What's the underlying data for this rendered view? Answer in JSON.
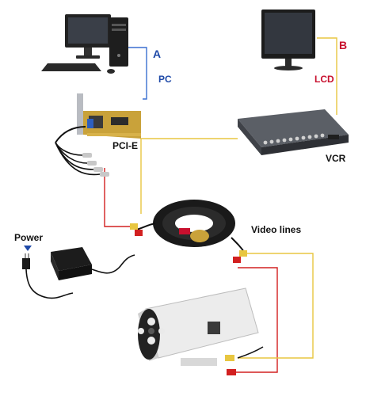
{
  "labels": {
    "a": "A",
    "b": "B",
    "pc": "PC",
    "lcd": "LCD",
    "pcie": "PCI-E",
    "vcr": "VCR",
    "video_lines": "Video lines",
    "power": "Power"
  },
  "colors": {
    "label_blue": "#1f4aa8",
    "label_red": "#c8102e",
    "label_black": "#111111",
    "wire_blue": "#3a6fd0",
    "wire_red": "#d22020",
    "wire_yellow": "#e8c640",
    "wire_black": "#1a1a1a"
  },
  "icons": [
    "desktop-pc-icon",
    "lcd-monitor-icon",
    "capture-card-icon",
    "vcr-dvr-icon",
    "cable-reel-icon",
    "power-adapter-icon",
    "bullet-camera-icon"
  ]
}
